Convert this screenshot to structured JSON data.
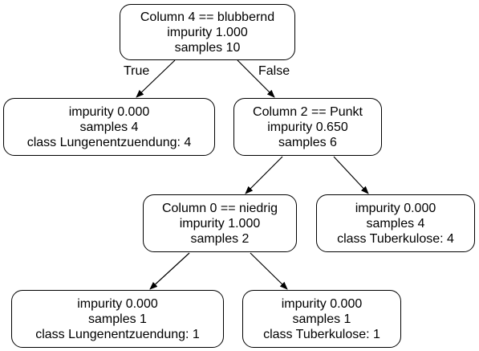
{
  "nodes": {
    "root": {
      "line1": "Column 4 == blubbernd",
      "line2": "impurity 1.000",
      "line3": "samples 10"
    },
    "leaf_left": {
      "line1": "impurity 0.000",
      "line2": "samples 4",
      "line3": "class Lungenentzuendung: 4"
    },
    "split_col2": {
      "line1": "Column 2 == Punkt",
      "line2": "impurity 0.650",
      "line3": "samples 6"
    },
    "split_col0": {
      "line1": "Column 0 == niedrig",
      "line2": "impurity 1.000",
      "line3": "samples 2"
    },
    "leaf_tb4": {
      "line1": "impurity 0.000",
      "line2": "samples 4",
      "line3": "class Tuberkulose: 4"
    },
    "leaf_lung1": {
      "line1": "impurity 0.000",
      "line2": "samples 1",
      "line3": "class Lungenentzuendung: 1"
    },
    "leaf_tb1": {
      "line1": "impurity 0.000",
      "line2": "samples 1",
      "line3": "class Tuberkulose: 1"
    }
  },
  "edge_labels": {
    "true_label": "True",
    "false_label": "False"
  },
  "colors": {
    "stroke": "#000000",
    "background": "#ffffff"
  }
}
